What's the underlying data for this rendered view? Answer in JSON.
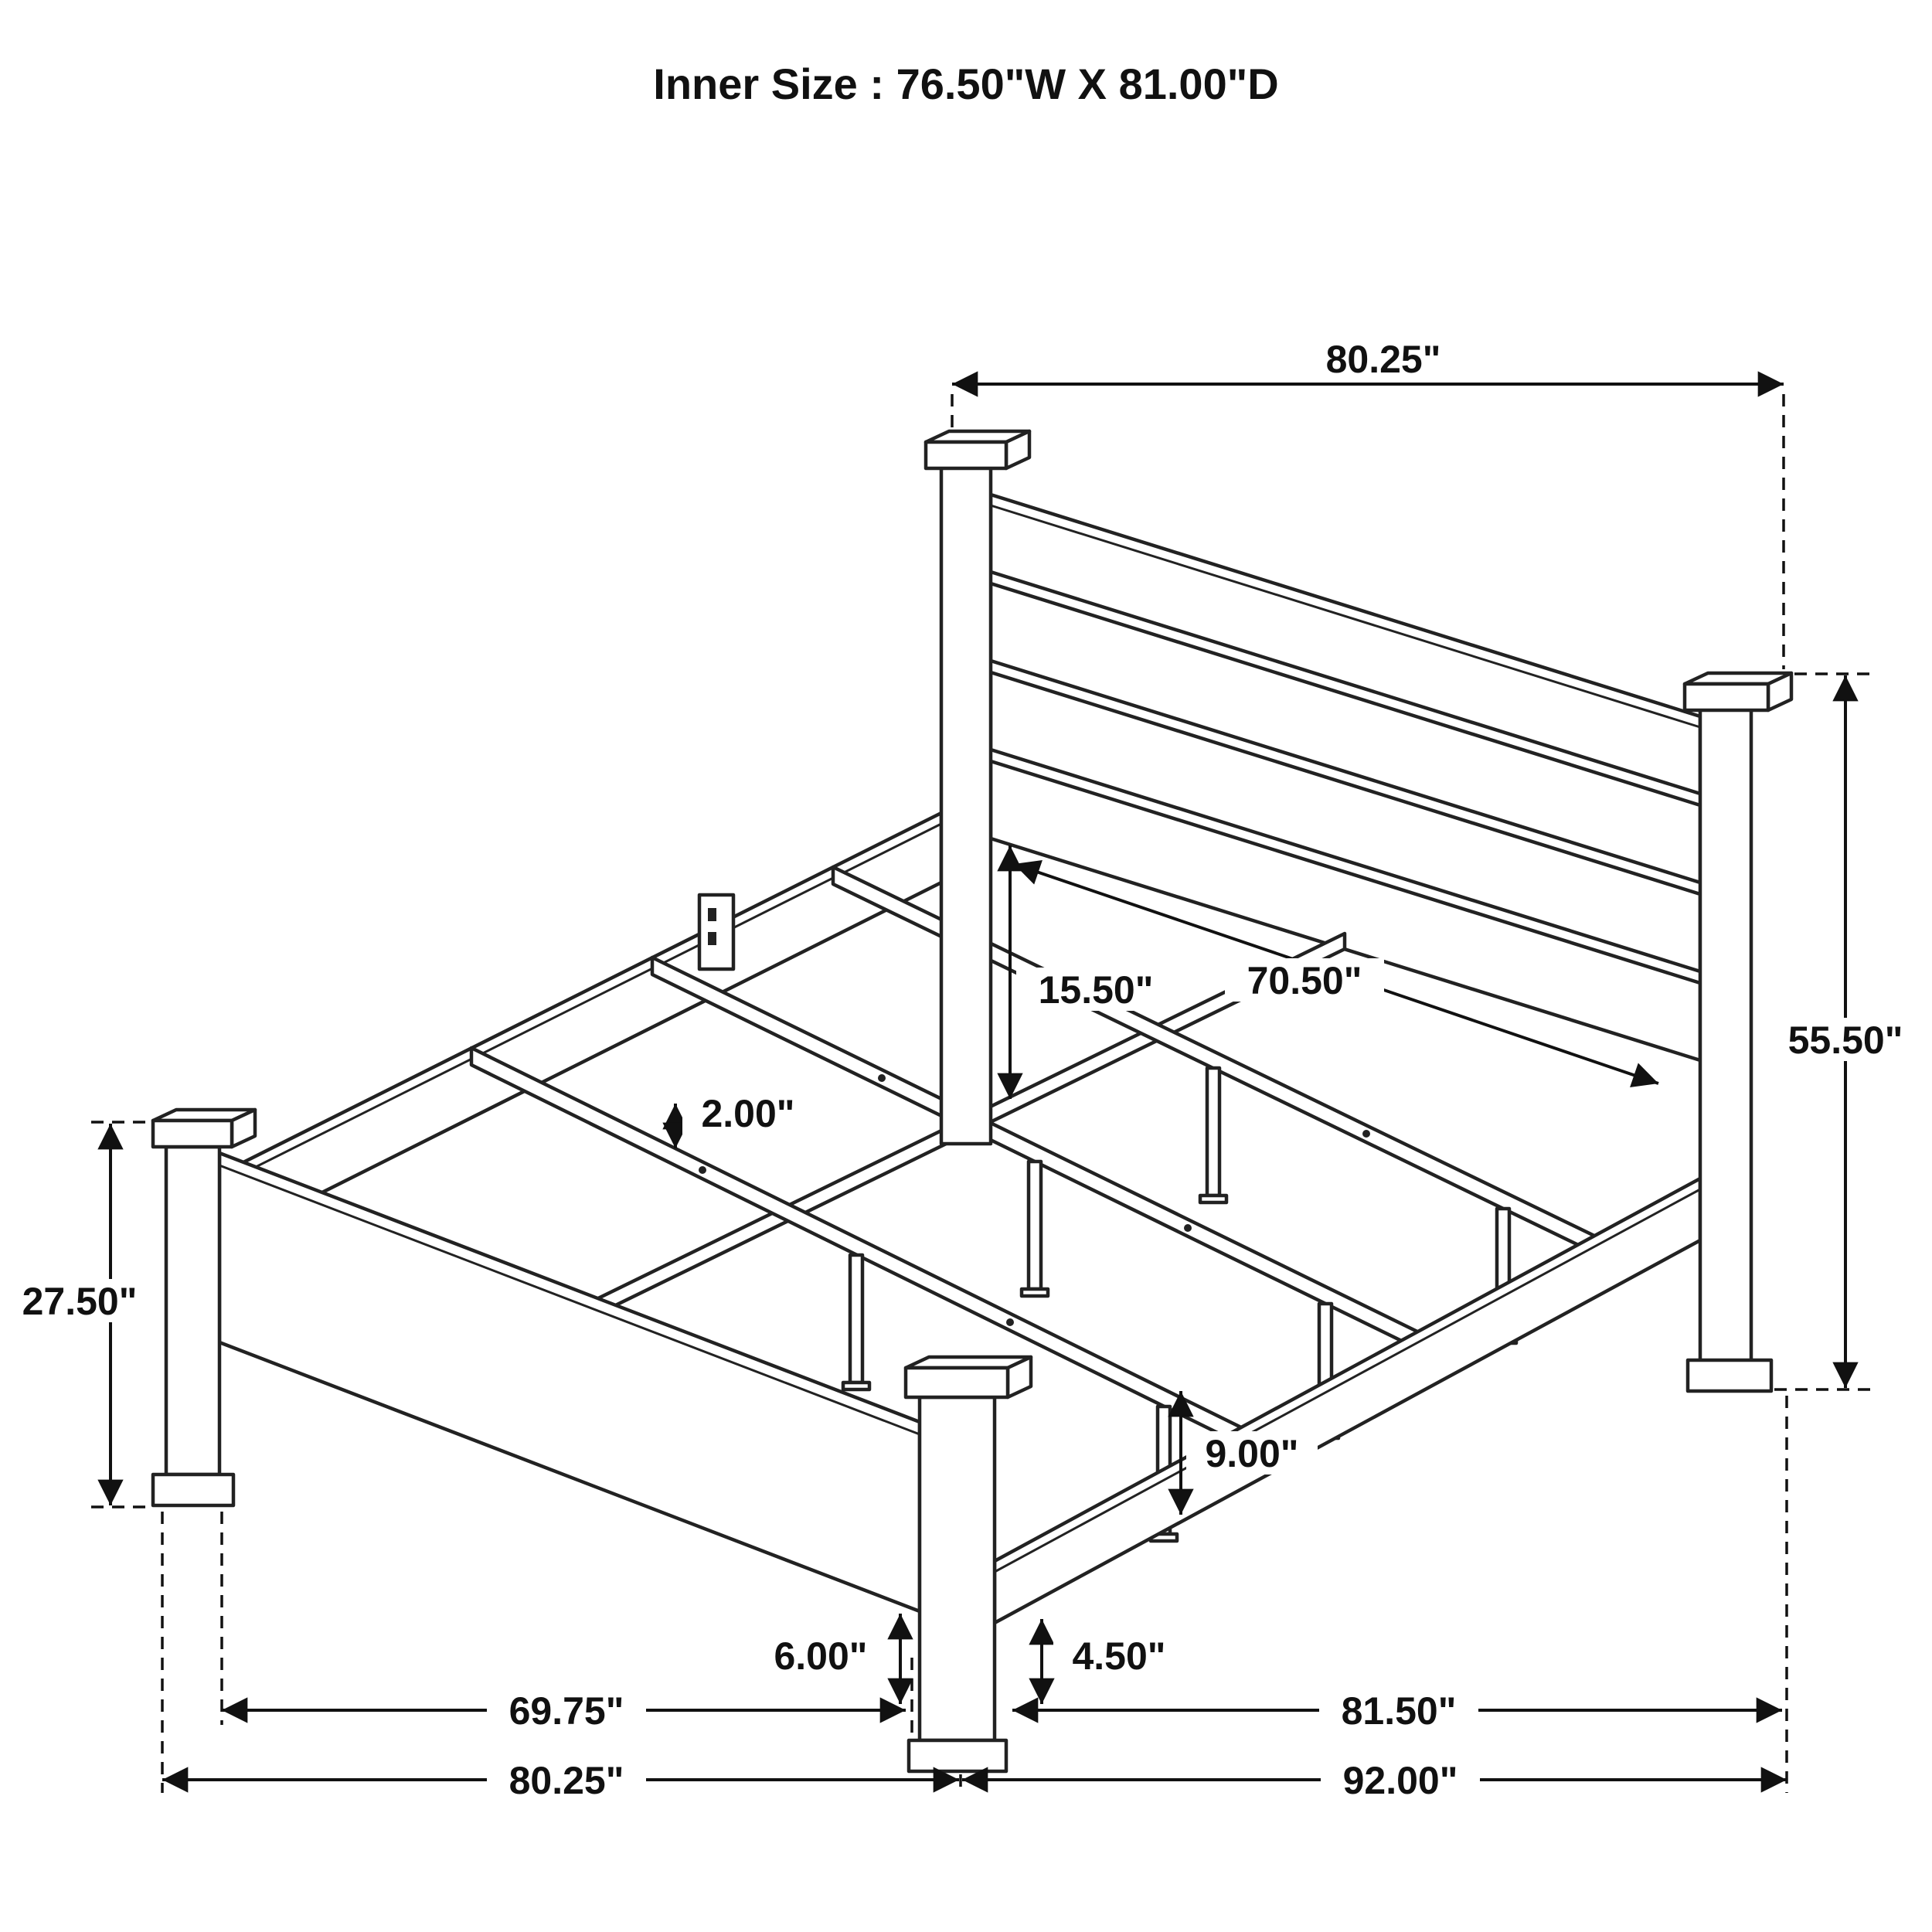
{
  "title": "Inner Size : 76.50\"W X 81.00\"D",
  "dims": {
    "top_width": "80.25\"",
    "headboard_height": "55.50\"",
    "headboard_inner_width": "70.50\"",
    "headboard_clearance": "15.50\"",
    "rail_thickness": "2.00\"",
    "footboard_height": "27.50\"",
    "support_leg_height": "9.00\"",
    "footboard_floor_clearance": "6.00\"",
    "rail_floor_clearance": "4.50\"",
    "footboard_inner_width": "69.75\"",
    "side_rail_length": "81.50\"",
    "overall_width": "80.25\"",
    "overall_depth": "92.00\""
  }
}
